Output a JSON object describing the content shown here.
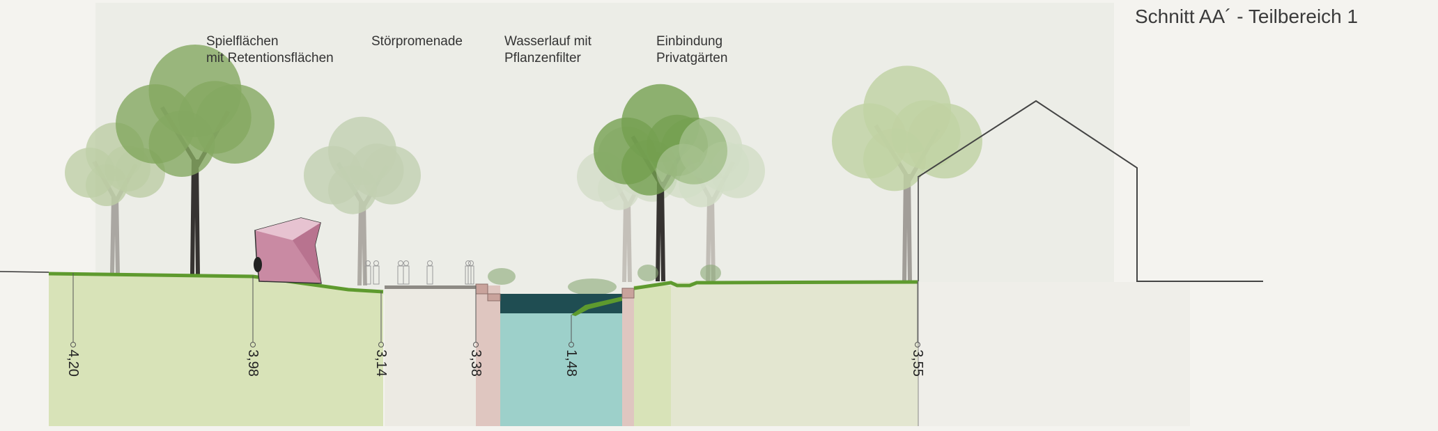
{
  "title": "Schnitt AA´ - Teilbereich 1",
  "labels": [
    {
      "line1": "Spielflächen",
      "line2": "mit Retentionsflächen"
    },
    {
      "line1": "Störpromenade",
      "line2": ""
    },
    {
      "line1": "Wasserlauf mit",
      "line2": "Pflanzenfilter"
    },
    {
      "line1": "Einbindung",
      "line2": "Privatgärten"
    }
  ],
  "elevations": [
    "4,20",
    "3,98",
    "3,14",
    "3,38",
    "1,48",
    "3,55"
  ],
  "colors": {
    "background": "#f4f3ef",
    "sky": "#ecede7",
    "soil_green": "#d8e3b8",
    "soil_light": "#e3e6d0",
    "promenade": "#eceae3",
    "wall_pink": "#dfc6c0",
    "water": "#9dd0ca",
    "water_dark": "#1f4d52",
    "grass": "#5e9a2e",
    "sculpture": "#c98aa3"
  }
}
